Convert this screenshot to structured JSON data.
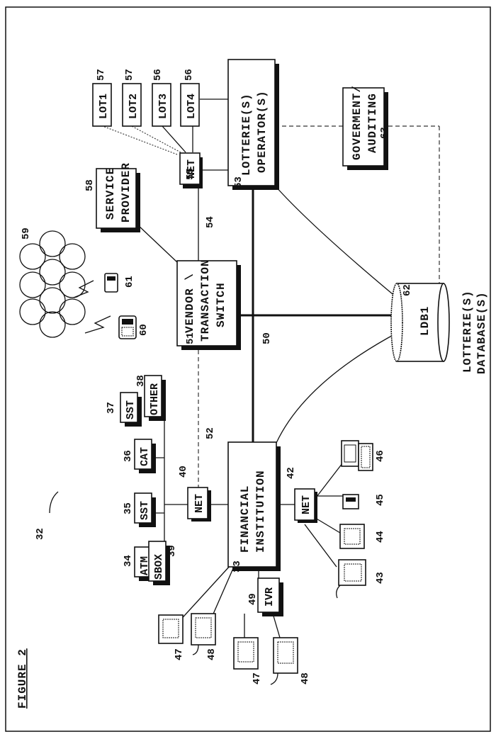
{
  "figure_title": "FIGURE 2",
  "ref": {
    "r32": "32",
    "r33": "33",
    "r34": "34",
    "r35": "35",
    "r36": "36",
    "r37": "37",
    "r38": "38",
    "r39": "39",
    "r40": "40",
    "r42": "42",
    "r43": "43",
    "r44": "44",
    "r45": "45",
    "r46": "46",
    "r47a": "47",
    "r47b": "47",
    "r48a": "48",
    "r48b": "48",
    "r49": "49",
    "r50": "50",
    "r51": "51",
    "r52": "52",
    "r53": "53",
    "r54": "54",
    "r55": "55",
    "r56a": "56",
    "r56b": "56",
    "r57a": "57",
    "r57b": "57",
    "r58": "58",
    "r59": "59",
    "r60": "60",
    "r61": "61",
    "r62": "62",
    "r63": "63"
  },
  "boxes": {
    "atm": "ATM",
    "sst1": "SST",
    "cat": "CAT",
    "sst2": "SST",
    "other": "OTHER",
    "sbox": "SBOX",
    "net40": "NET",
    "net42": "NET",
    "net55": "NET",
    "ivr": "IVR",
    "financial_l1": "FINANCIAL",
    "financial_l2": "INSTITUTION",
    "vendor_l1": "VENDOR \\",
    "vendor_l2": "TRANSACTION",
    "vendor_l3": "SWITCH",
    "service_l1": "SERVICE",
    "service_l2": "PROVIDER",
    "lotop_l1": "LOTTERIE(S)",
    "lotop_l2": "OPERATOR(S)",
    "gov_l1": "GOVERMENT/",
    "gov_l2": "AUDITING",
    "lot1": "LOT1",
    "lot2": "LOT2",
    "lot3": "LOT3",
    "lot4": "LOT4",
    "ldb": "LDB1",
    "db_l1": "LOTTERIE(S)",
    "db_l2": "DATABASE(S)"
  }
}
